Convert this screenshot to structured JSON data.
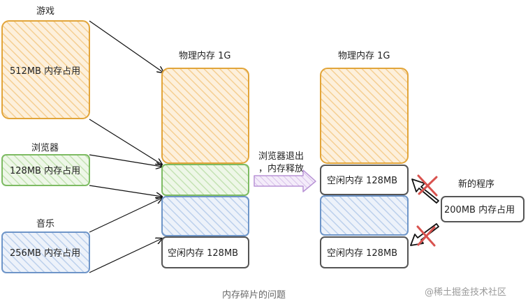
{
  "colors": {
    "orange": "#e2a53a",
    "orange_fill": "#fbe3bf",
    "green": "#7dbb63",
    "green_fill": "#dcefd1",
    "blue": "#6e95c8",
    "blue_fill": "#d6e3f4",
    "gray": "#666666",
    "purple": "#b994d6",
    "purple_fill": "#ead9f4",
    "red": "#d9534f"
  },
  "programs": {
    "game": {
      "title": "游戏",
      "usage": "512MB 内存占用"
    },
    "browser": {
      "title": "浏览器",
      "usage": "128MB 内存占用"
    },
    "music": {
      "title": "音乐",
      "usage": "256MB 内存占用"
    }
  },
  "memory_left": {
    "title": "物理内存 1G",
    "free_label": "空闲内存 128MB"
  },
  "transition": {
    "line1": "浏览器退出",
    "line2": "，内存释放"
  },
  "memory_right": {
    "title": "物理内存 1G",
    "free_label_top": "空闲内存 128MB",
    "free_label_bottom": "空闲内存 128MB"
  },
  "new_program": {
    "title": "新的程序",
    "usage": "200MB 内存占用"
  },
  "caption": "内存碎片的问题",
  "watermark": "@稀土掘金技术社区"
}
